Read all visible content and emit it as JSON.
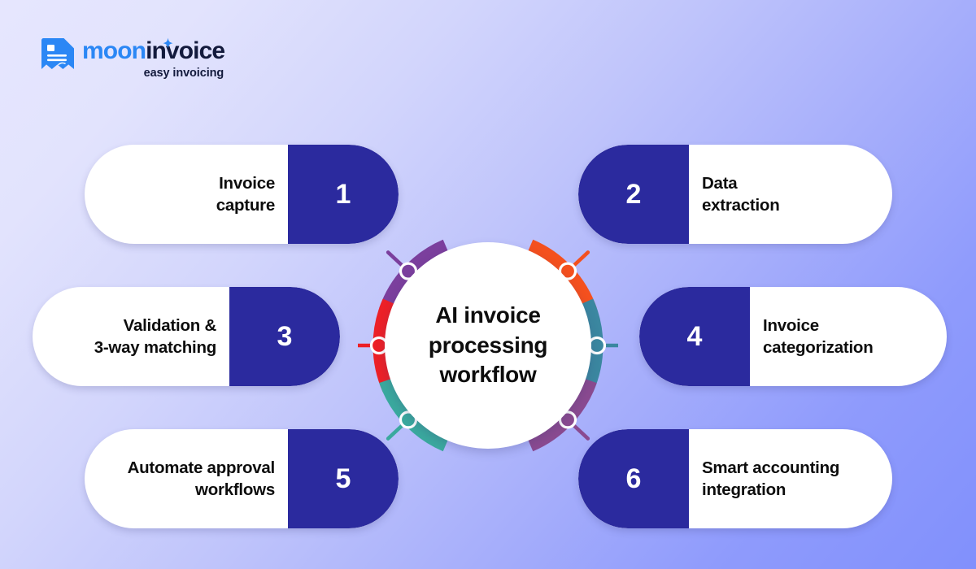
{
  "logo": {
    "mark_icon": "invoice-document-icon",
    "spark_icon": "sparkle-icon",
    "word_primary": "moon",
    "word_secondary": "invoice",
    "tagline": "easy invoicing",
    "color_primary": "#2b87f5",
    "color_secondary": "#131a3c"
  },
  "center": {
    "title": "AI invoice\nprocessing\nworkflow"
  },
  "theme": {
    "background_from": "#e6e6fe",
    "background_to": "#8190fc",
    "pill_number_bg": "#2b2a9e",
    "pill_bg": "#ffffff",
    "text_color": "#0d0d0d"
  },
  "steps": [
    {
      "number": "1",
      "label": "Invoice\ncapture",
      "side": "left",
      "arc_color": "#7b3f9d",
      "connector_color": "#7b3f9d"
    },
    {
      "number": "2",
      "label": "Data\nextraction",
      "side": "right",
      "arc_color": "#f4501e",
      "connector_color": "#f4501e"
    },
    {
      "number": "3",
      "label": "Validation &\n3-way matching",
      "side": "left",
      "arc_color": "#ec2027",
      "connector_color": "#ec2027"
    },
    {
      "number": "4",
      "label": "Invoice\ncategorization",
      "side": "right",
      "arc_color": "#3b87a0",
      "connector_color": "#3b87a0"
    },
    {
      "number": "5",
      "label": "Automate approval\nworkflows",
      "side": "left",
      "arc_color": "#3aa99e",
      "connector_color": "#3aa99e"
    },
    {
      "number": "6",
      "label": "Smart accounting\nintegration",
      "side": "right",
      "arc_color": "#8a4a90",
      "connector_color": "#8a4a90"
    }
  ]
}
